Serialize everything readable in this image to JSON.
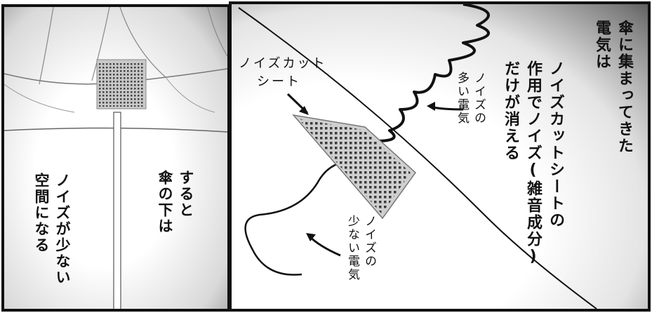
{
  "left_panel": {
    "caption_col1": "すると",
    "caption_col2": "傘の下は",
    "caption_col3": "ノイズが少ない",
    "caption_col4": "空間になる"
  },
  "right_panel": {
    "main_caption": {
      "col1": "傘に集まってきた",
      "col2": "電気は",
      "col3": "ノイズカットシートの",
      "col4": "作用でノイズ(雑音成分)",
      "col5": "だけが消える"
    },
    "sheet_label": {
      "line1": "ノイズカット",
      "line2": "シート"
    },
    "noisy_label": {
      "col1": "ノイズの",
      "col2": "多い電気"
    },
    "clean_label": {
      "col1": "ノイズの",
      "col2": "少ない電気"
    }
  }
}
